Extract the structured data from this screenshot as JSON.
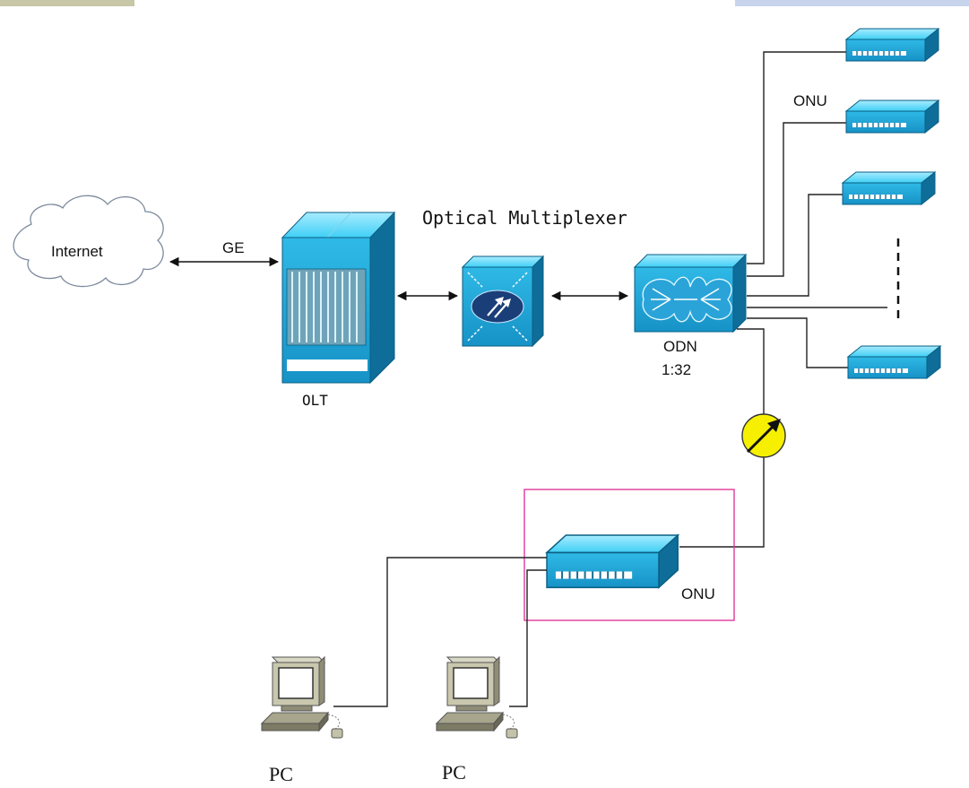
{
  "labels": {
    "internet": "Internet",
    "ge": "GE",
    "optical_multiplexer": "Optical Multiplexer",
    "olt": "OLT",
    "odn": "ODN",
    "odn_ratio": "1:32",
    "onu_top": "ONU",
    "onu_customer": "ONU",
    "pc_1": "PC",
    "pc_2": "PC"
  },
  "icons": {
    "cloud": "internet-cloud-icon",
    "olt": "olt-chassis-icon",
    "multiplexer": "optical-multiplexer-icon",
    "odn": "optical-splitter-icon",
    "onu": "onu-device-icon",
    "meter": "power-meter-icon",
    "pc": "desktop-computer-icon"
  },
  "colors": {
    "device_face": "#22c1ee",
    "device_side": "#1479a3",
    "device_dark": "#0d4f72",
    "highlight_box": "#e0399b",
    "meter": "#f6f000"
  }
}
